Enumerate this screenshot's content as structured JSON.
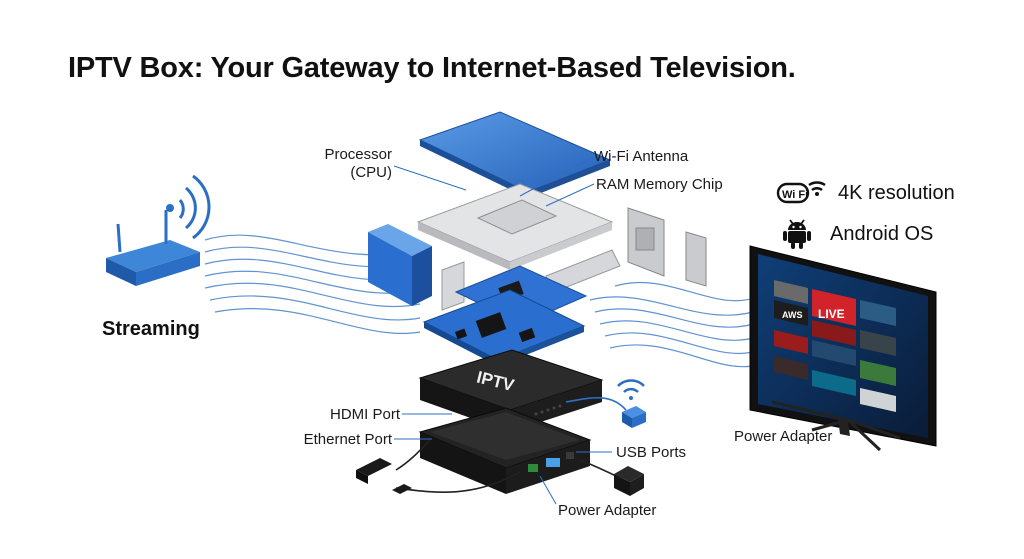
{
  "title": "IPTV Box: Your Gateway to Internet-Based Television.",
  "labels": {
    "processor_line1": "Processor",
    "processor_line2": "(CPU)",
    "wifi_antenna": "Wi-Fi Antenna",
    "ram_chip": "RAM Memory Chip",
    "hdmi_port": "HDMI Port",
    "ethernet_port": "Ethernet Port",
    "usb_ports": "USB Ports",
    "power_adapter_bottom": "Power Adapter",
    "power_adapter_tv": "Power Adapter",
    "streaming": "Streaming",
    "box_brand": "IPTV"
  },
  "features": [
    {
      "icon": "wifi-badge-icon",
      "badge": "Wi Fi",
      "label": "4K resolution"
    },
    {
      "icon": "android-icon",
      "label": "Android OS"
    }
  ],
  "tv_tiles": [
    "AWS",
    "LIVE"
  ],
  "colors": {
    "accent_blue": "#2d6fc2",
    "pcb_blue": "#2a6ed0",
    "box_dark": "#1e1e1e",
    "text": "#111111"
  }
}
